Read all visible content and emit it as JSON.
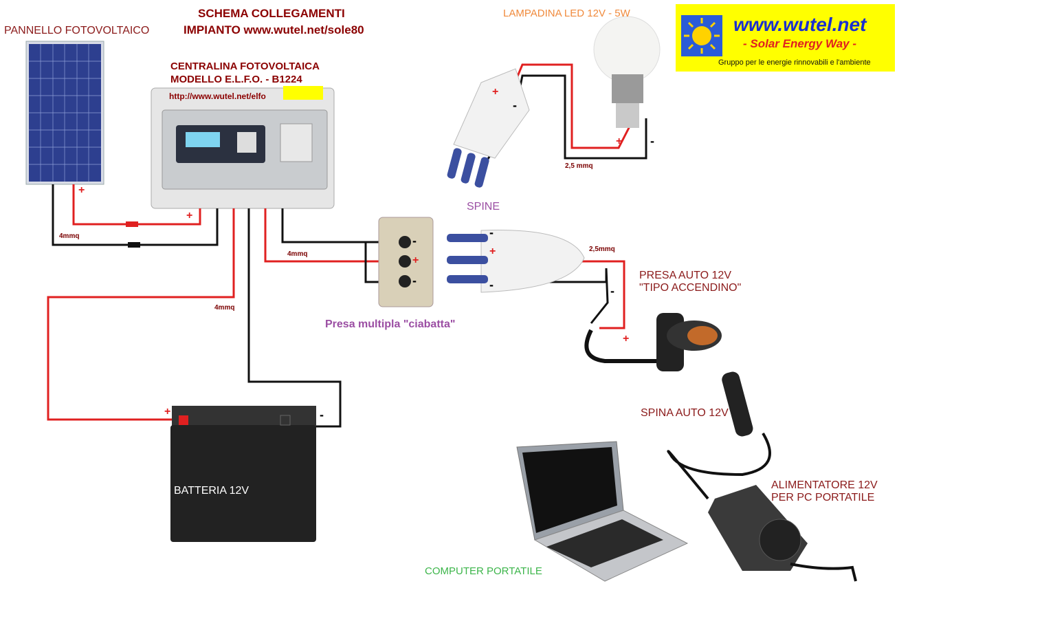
{
  "header": {
    "title_line1": "SCHEMA COLLEGAMENTI",
    "title_line2": "IMPIANTO www.wutel.net/sole80"
  },
  "logo": {
    "site": "www.wutel.net",
    "tagline": "- Solar Energy Way -",
    "subtitle": "Gruppo per le energie rinnovabili e l'ambiente",
    "bg_color": "#ffff00",
    "text_color": "#1a2fd0"
  },
  "components": {
    "panel": "PANNELLO FOTOVOLTAICO",
    "controller_line1": "CENTRALINA FOTOVOLTAICA",
    "controller_line2": "MODELLO E.L.F.O. - B1224",
    "controller_url": "http://www.wutel.net/elfo",
    "lamp": "LAMPADINA LED 12V - 5W",
    "plugs": "SPINE",
    "strip": "Presa multipla \"ciabatta\"",
    "car_socket_line1": "PRESA AUTO 12V",
    "car_socket_line2": "\"TIPO ACCENDINO\"",
    "car_plug": "SPINA AUTO 12V",
    "adapter_line1": "ALIMENTATORE 12V",
    "adapter_line2": "PER PC PORTATILE",
    "battery": "BATTERIA 12V",
    "laptop": "COMPUTER PORTATILE"
  },
  "cables": {
    "panel_cable": "4mmq",
    "strip_cable": "4mmq",
    "battery_cable": "4mmq",
    "lamp_cable": "2,5 mmq",
    "socket_cable": "2,5mmq"
  },
  "polarity": {
    "plus": "+",
    "minus": "-"
  },
  "colors": {
    "positive_wire": "#e02020",
    "negative_wire": "#111111"
  }
}
